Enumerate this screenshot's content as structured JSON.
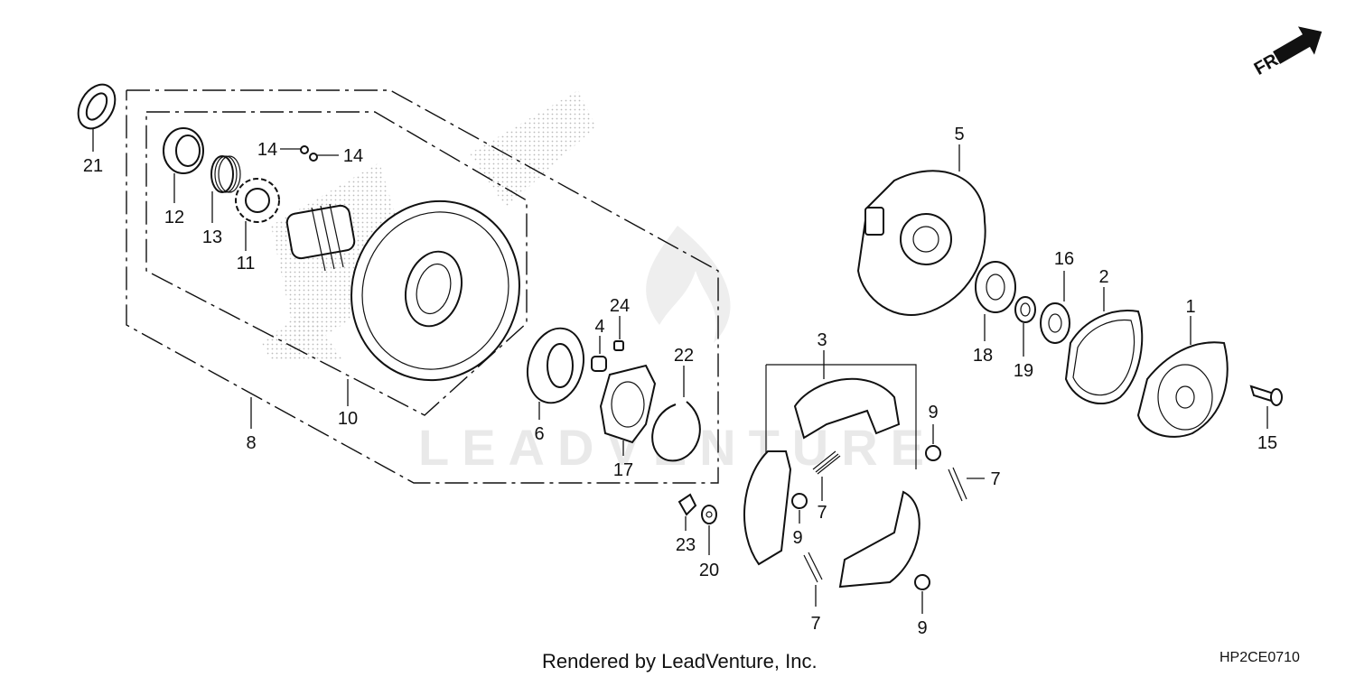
{
  "diagram": {
    "front_indicator": "FR.",
    "watermark": "LEADVENTURE",
    "credit": "Rendered by LeadVenture, Inc.",
    "diagram_code": "HP2CE0710",
    "callouts": [
      "1",
      "2",
      "3",
      "4",
      "5",
      "6",
      "7",
      "7",
      "7",
      "8",
      "9",
      "9",
      "9",
      "10",
      "11",
      "12",
      "13",
      "14",
      "14",
      "15",
      "16",
      "17",
      "18",
      "19",
      "20",
      "21",
      "22",
      "23",
      "24"
    ]
  }
}
